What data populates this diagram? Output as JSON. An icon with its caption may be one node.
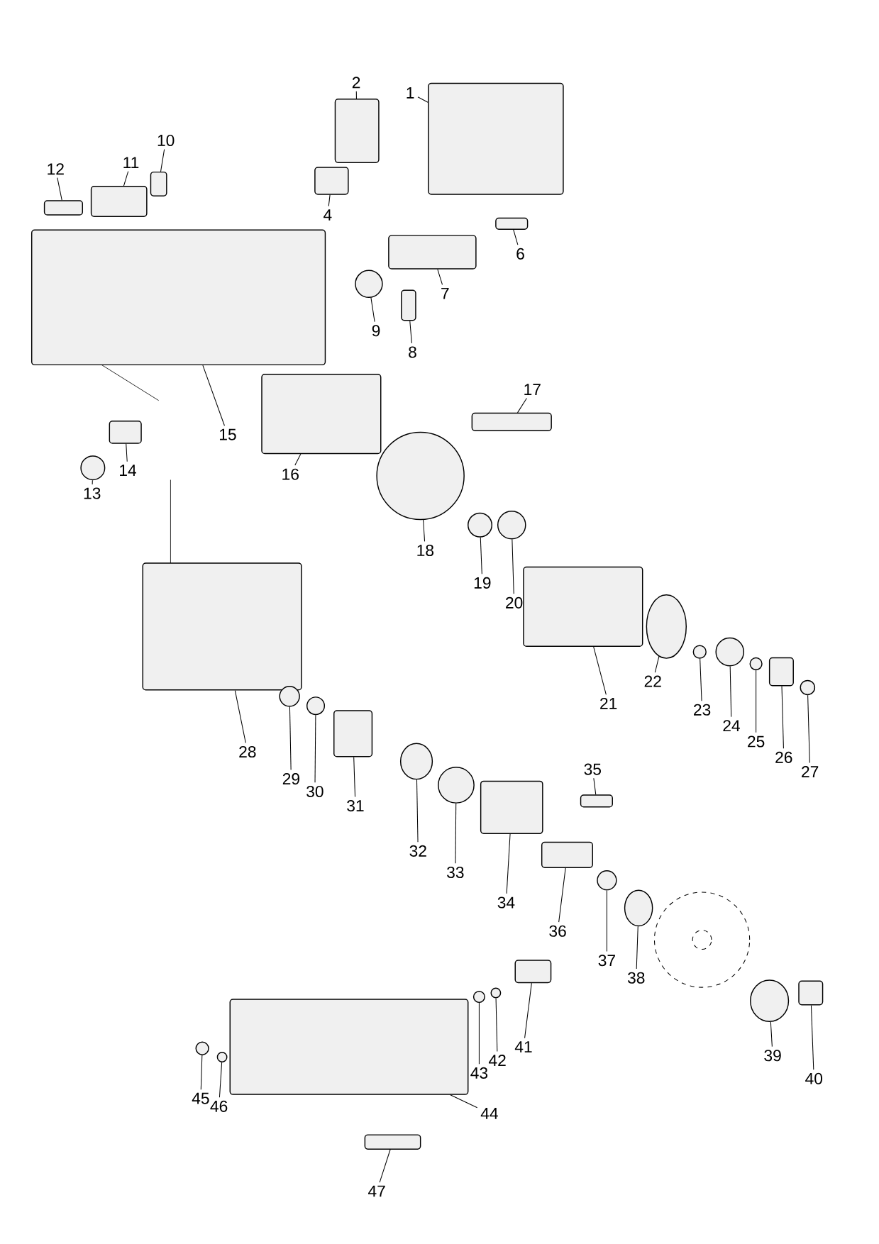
{
  "diagram": {
    "nodes": [
      {
        "text": [
          "1"
        ]
      },
      {
        "text": [
          "2"
        ]
      },
      {
        "text": [
          "4"
        ]
      },
      {
        "text": [
          "6"
        ]
      },
      {
        "text": [
          "7"
        ]
      },
      {
        "text": [
          "8"
        ]
      },
      {
        "text": [
          "9"
        ]
      },
      {
        "text": [
          "10"
        ]
      },
      {
        "text": [
          "11"
        ]
      },
      {
        "text": [
          "12"
        ]
      },
      {
        "text": [
          "13"
        ]
      },
      {
        "text": [
          "14"
        ]
      },
      {
        "text": [
          "15"
        ]
      },
      {
        "text": [
          "16"
        ]
      },
      {
        "text": [
          "17"
        ]
      },
      {
        "text": [
          "18"
        ]
      },
      {
        "text": [
          "19"
        ]
      },
      {
        "text": [
          "20"
        ]
      },
      {
        "text": [
          "21"
        ]
      },
      {
        "text": [
          "22"
        ]
      },
      {
        "text": [
          "23"
        ]
      },
      {
        "text": [
          "24"
        ]
      },
      {
        "text": [
          "25"
        ]
      },
      {
        "text": [
          "26"
        ]
      },
      {
        "text": [
          "27"
        ]
      },
      {
        "text": [
          "28"
        ]
      },
      {
        "text": [
          "29"
        ]
      },
      {
        "text": [
          "30"
        ]
      },
      {
        "text": [
          "31"
        ]
      },
      {
        "text": [
          "32"
        ]
      },
      {
        "text": [
          "33"
        ]
      },
      {
        "text": [
          "34"
        ]
      },
      {
        "text": [
          "35"
        ]
      },
      {
        "text": [
          "36"
        ]
      },
      {
        "text": [
          "37"
        ]
      },
      {
        "text": [
          "38"
        ]
      },
      {
        "text": [
          "39"
        ]
      },
      {
        "text": [
          "40"
        ]
      },
      {
        "text": [
          "41"
        ]
      },
      {
        "text": [
          "42"
        ]
      },
      {
        "text": [
          "43"
        ]
      },
      {
        "text": [
          "44"
        ]
      },
      {
        "text": [
          "45"
        ]
      },
      {
        "text": [
          "46"
        ]
      },
      {
        "text": [
          "47"
        ]
      },
      {
        "text": [],
        "shape": "box"
      },
      {
        "text": [],
        "shape": "box"
      },
      {
        "text": [],
        "shape": "box"
      },
      {
        "text": [],
        "shape": "box"
      },
      {
        "text": [],
        "shape": "box"
      },
      {
        "text": [],
        "shape": "box"
      },
      {
        "text": [],
        "shape": "circle"
      },
      {
        "text": [],
        "shape": "box"
      },
      {
        "text": [],
        "shape": "box"
      },
      {
        "text": [],
        "shape": "box"
      },
      {
        "text": [],
        "shape": "circle"
      },
      {
        "text": [],
        "shape": "box"
      },
      {
        "text": [],
        "shape": "box"
      },
      {
        "text": [],
        "shape": "box"
      },
      {
        "text": [],
        "shape": "box"
      },
      {
        "text": [],
        "shape": "circle"
      },
      {
        "text": [],
        "shape": "circle"
      },
      {
        "text": [],
        "shape": "circle"
      },
      {
        "text": [],
        "shape": "box"
      },
      {
        "text": [],
        "shape": "circle"
      },
      {
        "text": [],
        "shape": "circle"
      },
      {
        "text": [],
        "shape": "circle"
      },
      {
        "text": [],
        "shape": "circle"
      },
      {
        "text": [],
        "shape": "box"
      },
      {
        "text": [],
        "shape": "circle"
      },
      {
        "text": [],
        "shape": "box"
      },
      {
        "text": [],
        "shape": "circle"
      },
      {
        "text": [],
        "shape": "circle"
      },
      {
        "text": [],
        "shape": "box"
      },
      {
        "text": [],
        "shape": "circle"
      },
      {
        "text": [],
        "shape": "circle"
      },
      {
        "text": [],
        "shape": "box"
      },
      {
        "text": [],
        "shape": "box"
      },
      {
        "text": [],
        "shape": "box"
      },
      {
        "text": [],
        "shape": "circle"
      },
      {
        "text": [],
        "shape": "circle"
      },
      {
        "text": [],
        "shape": "circle"
      },
      {
        "text": [],
        "shape": "box"
      },
      {
        "text": [],
        "shape": "box"
      },
      {
        "text": [],
        "shape": "circle"
      },
      {
        "text": [],
        "shape": "circle"
      },
      {
        "text": [],
        "shape": "box"
      },
      {
        "text": [],
        "shape": "circle"
      },
      {
        "text": [],
        "shape": "circle"
      },
      {
        "text": [],
        "shape": "box"
      }
    ],
    "edges": [
      {
        "from": 0,
        "to": 45,
        "arrow": "none"
      },
      {
        "from": 1,
        "to": 46,
        "arrow": "none"
      },
      {
        "from": 2,
        "to": 47,
        "arrow": "none"
      },
      {
        "from": 3,
        "to": 48,
        "arrow": "none"
      },
      {
        "from": 4,
        "to": 49,
        "arrow": "none"
      },
      {
        "from": 5,
        "to": 50,
        "arrow": "none"
      },
      {
        "from": 6,
        "to": 51,
        "arrow": "none"
      },
      {
        "from": 7,
        "to": 52,
        "arrow": "none"
      },
      {
        "from": 8,
        "to": 53,
        "arrow": "none"
      },
      {
        "from": 9,
        "to": 54,
        "arrow": "none"
      },
      {
        "from": 10,
        "to": 55,
        "arrow": "none"
      },
      {
        "from": 11,
        "to": 56,
        "arrow": "none"
      },
      {
        "from": 12,
        "to": 57,
        "arrow": "none"
      },
      {
        "from": 13,
        "to": 58,
        "arrow": "none"
      },
      {
        "from": 14,
        "to": 59,
        "arrow": "none"
      },
      {
        "from": 15,
        "to": 60,
        "arrow": "none"
      },
      {
        "from": 16,
        "to": 61,
        "arrow": "none"
      },
      {
        "from": 17,
        "to": 62,
        "arrow": "none"
      },
      {
        "from": 18,
        "to": 63,
        "arrow": "none"
      },
      {
        "from": 19,
        "to": 64,
        "arrow": "none"
      },
      {
        "from": 20,
        "to": 65,
        "arrow": "none"
      },
      {
        "from": 21,
        "to": 66,
        "arrow": "none"
      },
      {
        "from": 22,
        "to": 67,
        "arrow": "none"
      },
      {
        "from": 23,
        "to": 68,
        "arrow": "none"
      },
      {
        "from": 24,
        "to": 69,
        "arrow": "none"
      },
      {
        "from": 25,
        "to": 70,
        "arrow": "none"
      },
      {
        "from": 26,
        "to": 71,
        "arrow": "none"
      },
      {
        "from": 27,
        "to": 72,
        "arrow": "none"
      },
      {
        "from": 28,
        "to": 73,
        "arrow": "none"
      },
      {
        "from": 29,
        "to": 74,
        "arrow": "none"
      },
      {
        "from": 30,
        "to": 75,
        "arrow": "none"
      },
      {
        "from": 31,
        "to": 76,
        "arrow": "none"
      },
      {
        "from": 32,
        "to": 77,
        "arrow": "none"
      },
      {
        "from": 33,
        "to": 78,
        "arrow": "none"
      },
      {
        "from": 34,
        "to": 79,
        "arrow": "none"
      },
      {
        "from": 35,
        "to": 80,
        "arrow": "none"
      },
      {
        "from": 36,
        "to": 81,
        "arrow": "none"
      },
      {
        "from": 37,
        "to": 82,
        "arrow": "none"
      },
      {
        "from": 38,
        "to": 83,
        "arrow": "none"
      },
      {
        "from": 39,
        "to": 84,
        "arrow": "none"
      },
      {
        "from": 40,
        "to": 85,
        "arrow": "none"
      },
      {
        "from": 41,
        "to": 86,
        "arrow": "none"
      },
      {
        "from": 42,
        "to": 87,
        "arrow": "none"
      },
      {
        "from": 43,
        "to": 88,
        "arrow": "none"
      },
      {
        "from": 44,
        "to": 89,
        "arrow": "none"
      }
    ]
  }
}
